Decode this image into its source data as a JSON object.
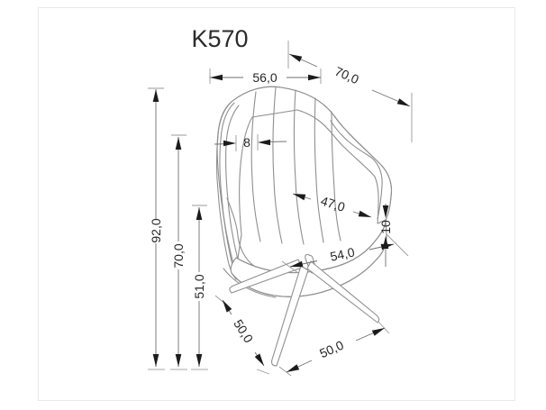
{
  "title": "K570",
  "dimensions": {
    "back_width": {
      "label": "56,0"
    },
    "depth": {
      "label": "70,0"
    },
    "back_thickness": {
      "label": "8"
    },
    "total_height": {
      "label": "92,0"
    },
    "backrest_height": {
      "label": "70,0"
    },
    "seat_height": {
      "label": "51,0"
    },
    "seat_depth": {
      "label": "47,0"
    },
    "seat_cushion_thickness": {
      "label": "10"
    },
    "seat_width": {
      "label": "54,0"
    },
    "leg_span_side": {
      "label": "50,0"
    },
    "leg_span_front": {
      "label": "50,0"
    }
  },
  "colors": {
    "line": "#8f8f8f",
    "dim-line": "#6f6f6f",
    "arrow": "#1c1c1c",
    "text": "#262626",
    "tick": "#9a9a9a",
    "floor-tick": "#b9b9b9",
    "frame": "#e9e9e9"
  }
}
